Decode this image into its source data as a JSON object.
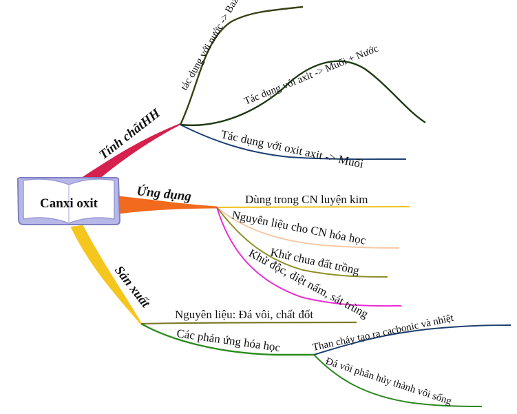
{
  "center": {
    "label": "Canxi oxit"
  },
  "branches": {
    "tinh_chat": {
      "label": "Tính chấtHH",
      "color": "#d6204d",
      "children": [
        {
          "label": "tác dụng với nước -> Bazơ",
          "color": "#3a3f12"
        },
        {
          "label": "Tác dụng với axit -> Muối + Nước",
          "color": "#1f3a13"
        },
        {
          "label": "Tác dụng với oxit axit -> Muối",
          "color": "#1e3f73"
        }
      ]
    },
    "ung_dung": {
      "label": "Ứng dụng",
      "color": "#f16a1d",
      "children": [
        {
          "label": "Dùng trong CN luyện kim",
          "color": "#f2c21a"
        },
        {
          "label": "Nguyên liệu cho CN hóa học",
          "color": "#f6c9a6"
        },
        {
          "label": "Khử chua đất trồng",
          "color": "#8f8f2b"
        },
        {
          "label": "Khử độc, diệt nấm, sát trùng",
          "color": "#ea2bd6"
        }
      ]
    },
    "san_xuat": {
      "label": "Sản xuất",
      "color": "#f4c61e",
      "children": [
        {
          "label": "Nguyên liệu: Đá vôi, chất đốt",
          "color": "#7b7a2a"
        },
        {
          "label": "Các phản ứng hóa học",
          "color": "#2a8a1e",
          "children": [
            {
              "label": "Than cháy tạo ra cacbonic và nhiệt",
              "color": "#1d3f6e"
            },
            {
              "label": "Đá vôi phân hủy thành vôi sống",
              "color": "#2a8a1e"
            }
          ]
        }
      ]
    }
  }
}
